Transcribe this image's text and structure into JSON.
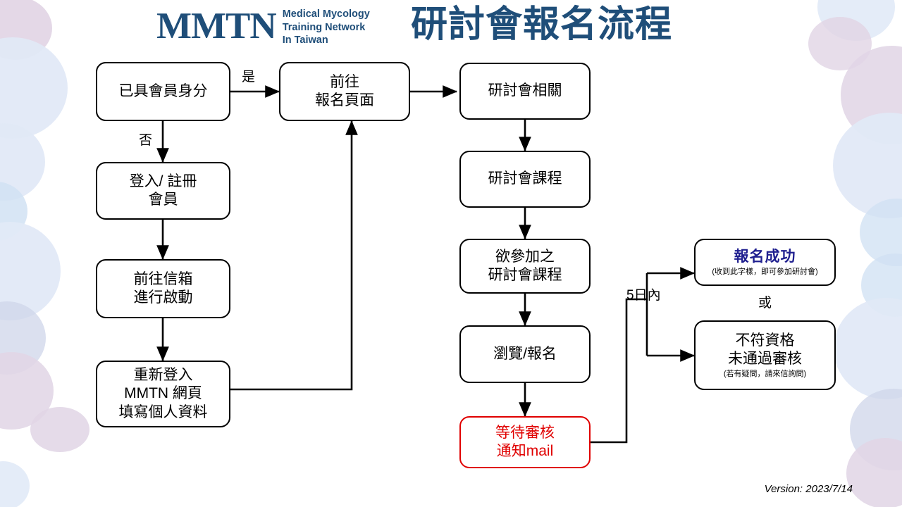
{
  "header": {
    "logo_mark": "MMTN",
    "logo_subtitle": "Medical Mycology\nTraining Network\nIn Taiwan",
    "title": "研討會報名流程",
    "brand_color": "#1F4E79"
  },
  "flow": {
    "nodes": [
      {
        "id": "member-status",
        "label": "已具會員身分"
      },
      {
        "id": "signup-page",
        "label": "前往\n報名頁面"
      },
      {
        "id": "seminar-info",
        "label": "研討會相關"
      },
      {
        "id": "login-register",
        "label": "登入/ 註冊\n會員"
      },
      {
        "id": "seminar-courses",
        "label": "研討會課程"
      },
      {
        "id": "activate-mail",
        "label": "前往信箱\n進行啟動"
      },
      {
        "id": "choose-course",
        "label": "欲參加之\n研討會課程"
      },
      {
        "id": "relogin-profile",
        "label": "重新登入\nMMTN 網頁\n填寫個人資料"
      },
      {
        "id": "browse-signup",
        "label": "瀏覽/報名"
      },
      {
        "id": "await-review",
        "label": "等待審核\n通知mail"
      }
    ],
    "result_success": {
      "id": "signup-success",
      "label": "報名成功",
      "note": "(收到此字樣，即可參加研討會)",
      "text_color": "#1F1F8F"
    },
    "result_rejected": {
      "id": "signup-rejected",
      "label": "不符資格\n未通過審核",
      "note": "(若有疑問，請來信詢問)"
    },
    "edge_labels": {
      "yes": "是",
      "no": "否",
      "within_five_days": "5日內",
      "or": "或"
    }
  },
  "footer": {
    "version": "Version: 2023/7/14"
  },
  "theme": {
    "stroke": "#000000",
    "alert_red": "#E00000",
    "blob_blue": "#DCE6F5",
    "blob_purple": "#DDCFE2"
  }
}
